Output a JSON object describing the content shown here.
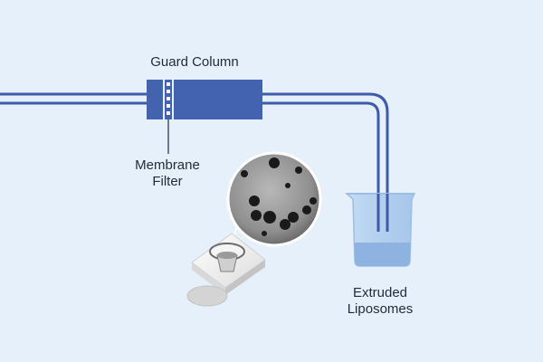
{
  "labels": {
    "guard_column": "Guard Column",
    "membrane_line1": "Membrane",
    "membrane_line2": "Filter",
    "extruded_line1": "Extruded",
    "extruded_line2": "Liposomes"
  },
  "colors": {
    "background": "#e6f0fb",
    "tubing": "#3f5ba8",
    "column": "#4363b0",
    "beaker_glass": "#b9d3ef",
    "beaker_liquid": "#8fb3e0",
    "text": "#1f2b3d"
  }
}
